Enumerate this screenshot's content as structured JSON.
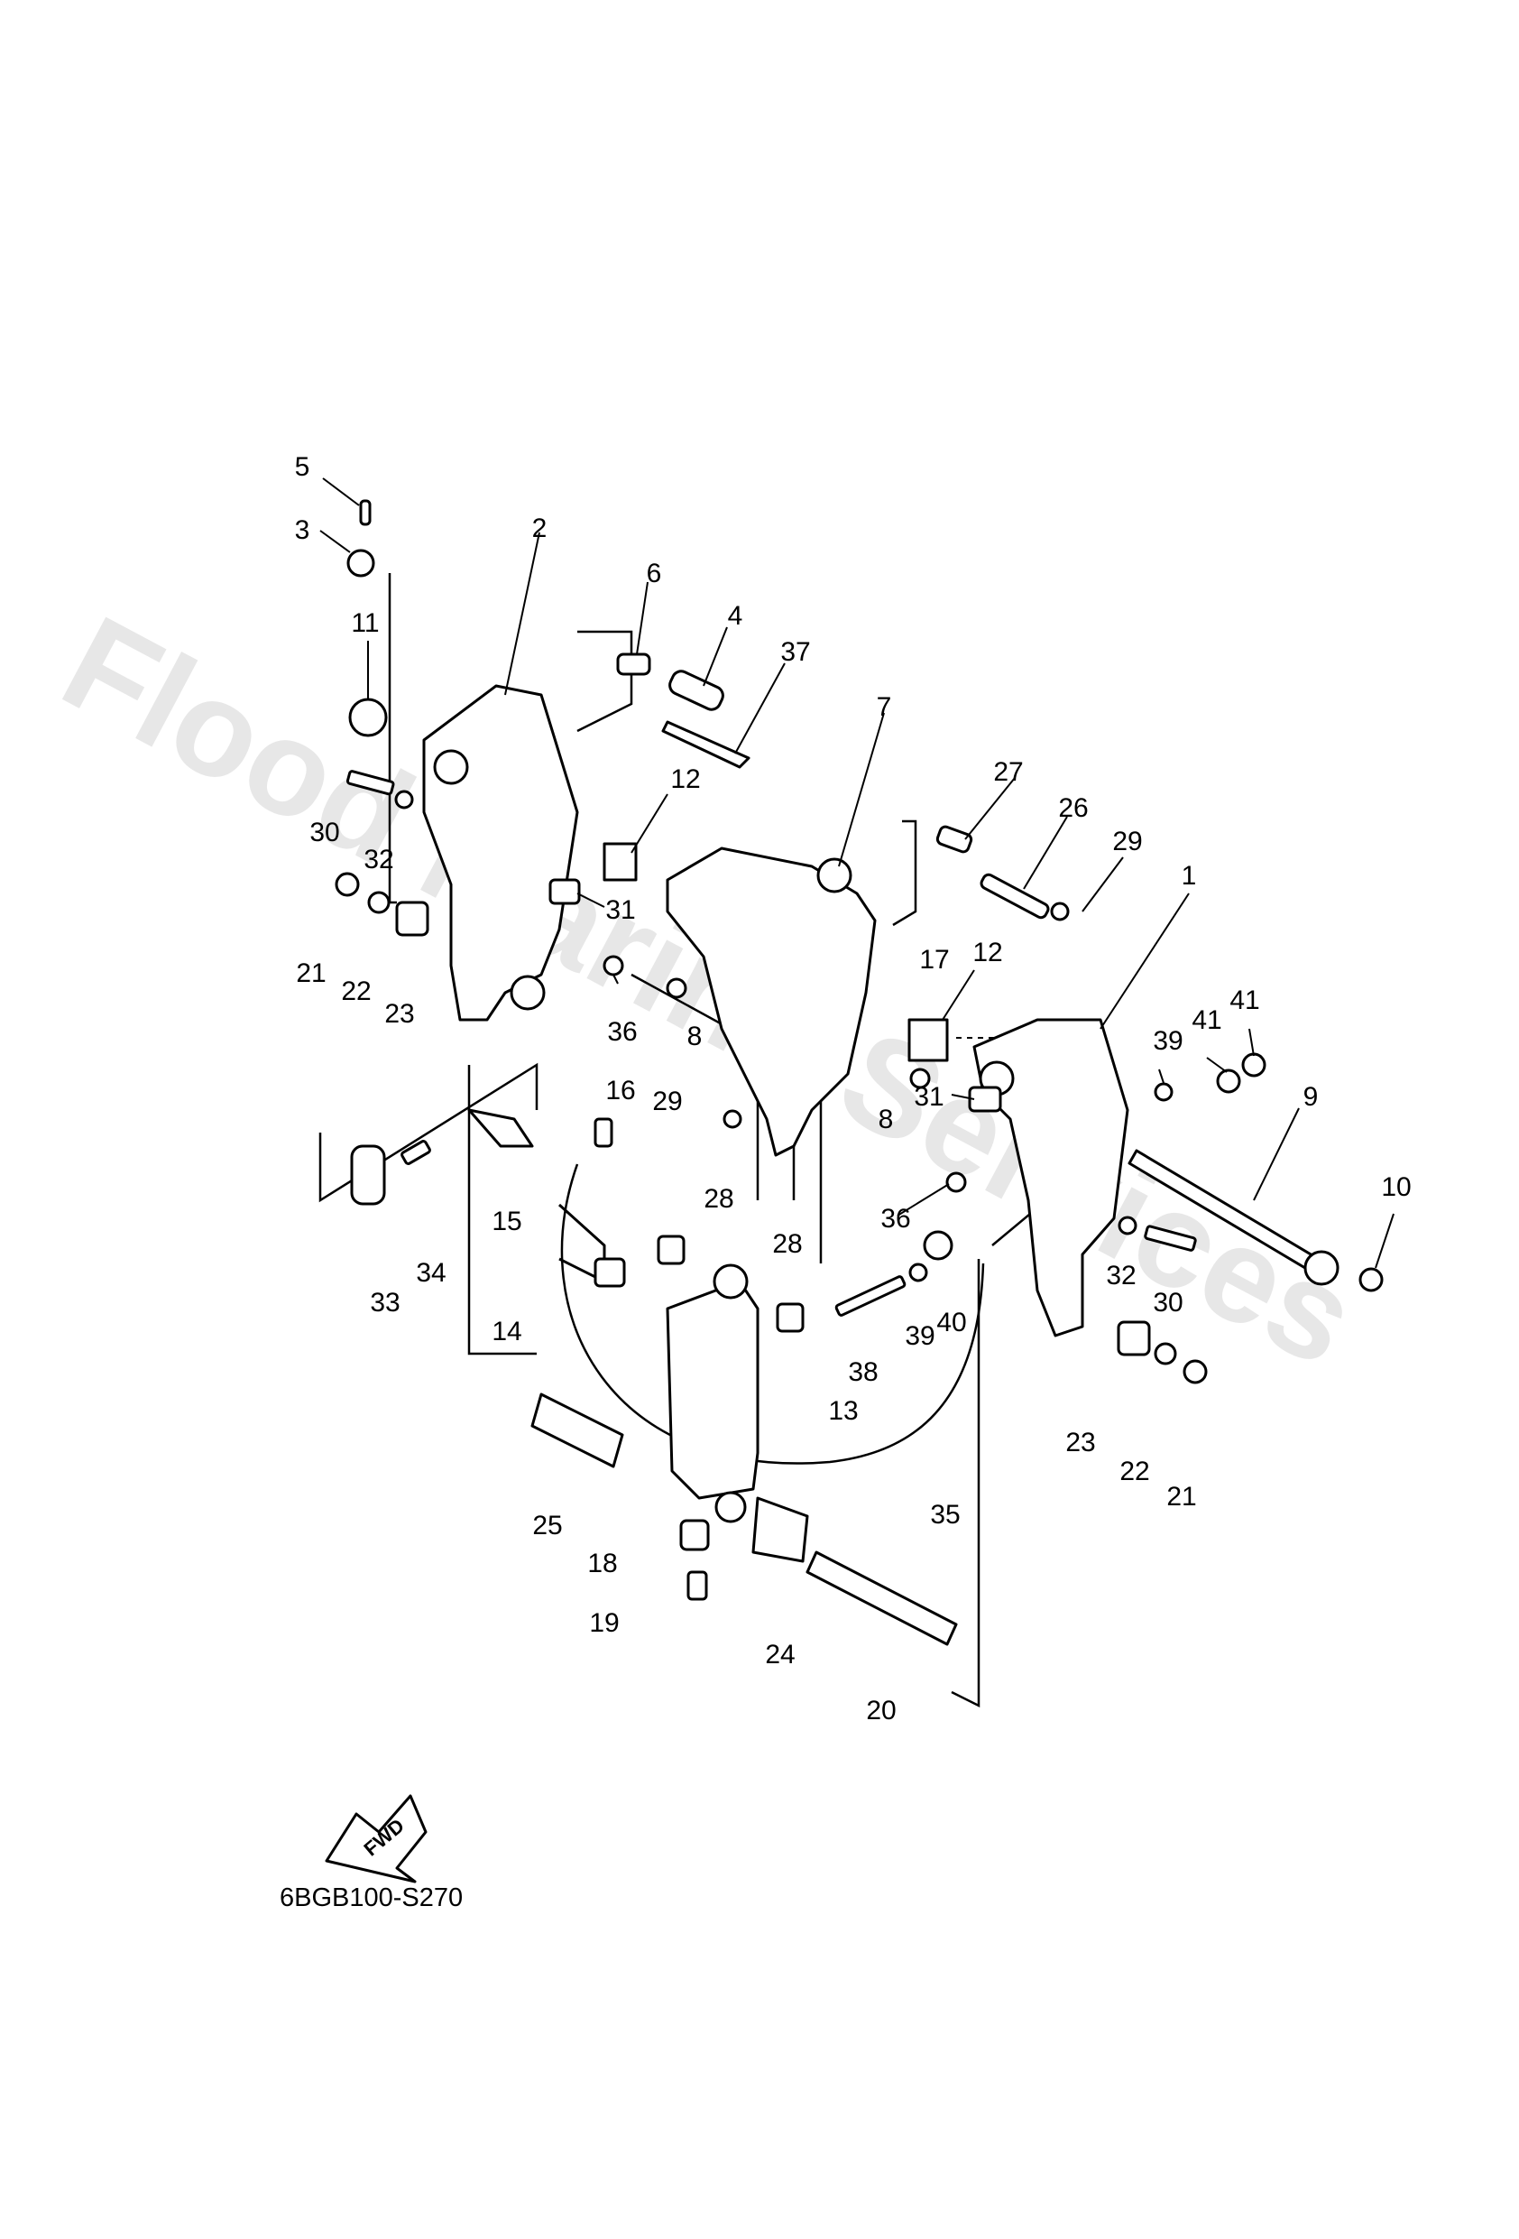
{
  "watermark": "Flood Marine Services",
  "diagram_code": "6BGB100-S270",
  "fwd_label": "FWD",
  "callouts": [
    "1",
    "2",
    "3",
    "4",
    "5",
    "6",
    "7",
    "8",
    "8",
    "9",
    "10",
    "11",
    "12",
    "12",
    "13",
    "14",
    "15",
    "16",
    "17",
    "18",
    "19",
    "20",
    "21",
    "21",
    "22",
    "22",
    "23",
    "23",
    "24",
    "25",
    "26",
    "27",
    "28",
    "28",
    "29",
    "29",
    "30",
    "30",
    "31",
    "31",
    "32",
    "32",
    "33",
    "34",
    "35",
    "36",
    "36",
    "37",
    "38",
    "39",
    "39",
    "40",
    "41",
    "41"
  ]
}
